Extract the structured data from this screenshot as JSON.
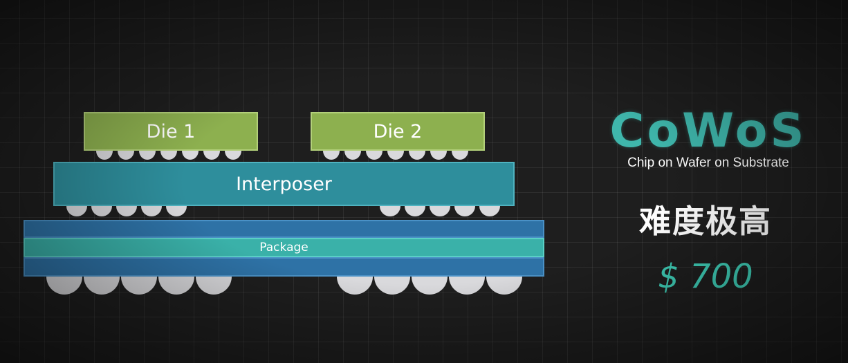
{
  "diagram": {
    "die1_label": "Die 1",
    "die2_label": "Die 2",
    "interposer_label": "Interposer",
    "package_label": "Package"
  },
  "brand": {
    "title": "CoWoS",
    "subtitle": "Chip on Wafer on Substrate"
  },
  "difficulty_text": "难度极高",
  "price_text": "$ 700",
  "colors": {
    "die": "#8db04f",
    "interposer": "#2e8e9c",
    "package_outer": "#2e72a6",
    "package_mid": "#3ab1a9",
    "bump": "#d9d9dc",
    "accent": "#3fb7ac",
    "background": "#1e1e1e"
  }
}
